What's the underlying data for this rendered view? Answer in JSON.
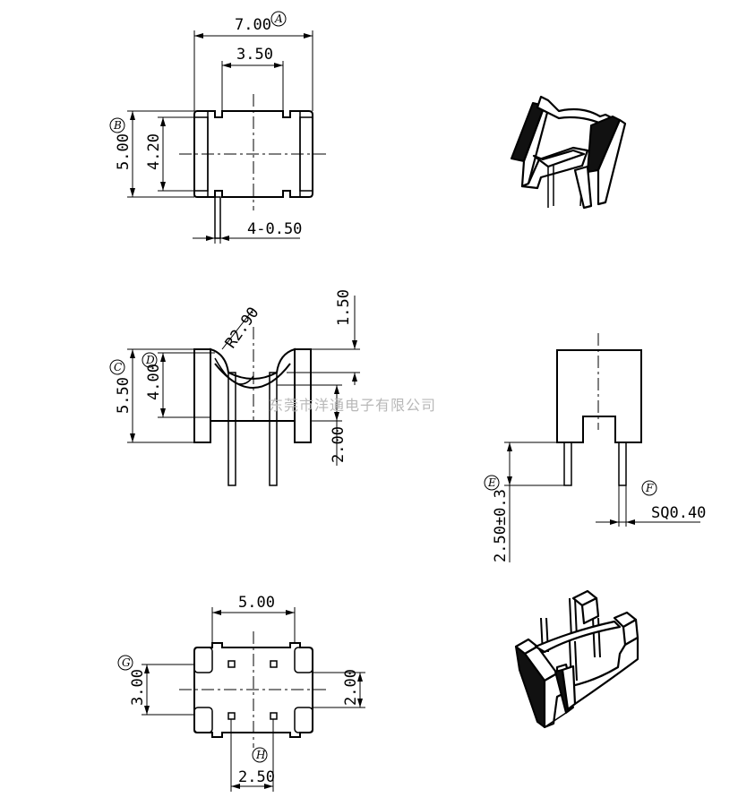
{
  "drawing": {
    "top_view": {
      "dim_overall_width": "7.00",
      "tag_a": "A",
      "dim_slot_width": "3.50",
      "tag_b": "B",
      "dim_overall_depth": "5.00",
      "dim_inner_depth": "4.20",
      "dim_pin_thickness": "4-0.50"
    },
    "front_view": {
      "dim_radius": "R2.90",
      "dim_top_offset": "1.50",
      "tag_c": "C",
      "dim_total_height": "5.50",
      "tag_d": "D",
      "dim_body_height": "4.00",
      "dim_pin_length": "2.00"
    },
    "side_view": {
      "tag_e": "E",
      "dim_pin_standoff": "2.50±0.3",
      "tag_f": "F",
      "dim_pin_square": "SQ0.40"
    },
    "bottom_view": {
      "dim_pad_width": "5.00",
      "tag_g": "G",
      "dim_row_spacing_outer": "3.00",
      "dim_row_spacing_inner": "2.00",
      "tag_h": "H",
      "dim_pin_pitch": "2.50"
    },
    "watermark": "东莞市洋通电子有限公司"
  }
}
